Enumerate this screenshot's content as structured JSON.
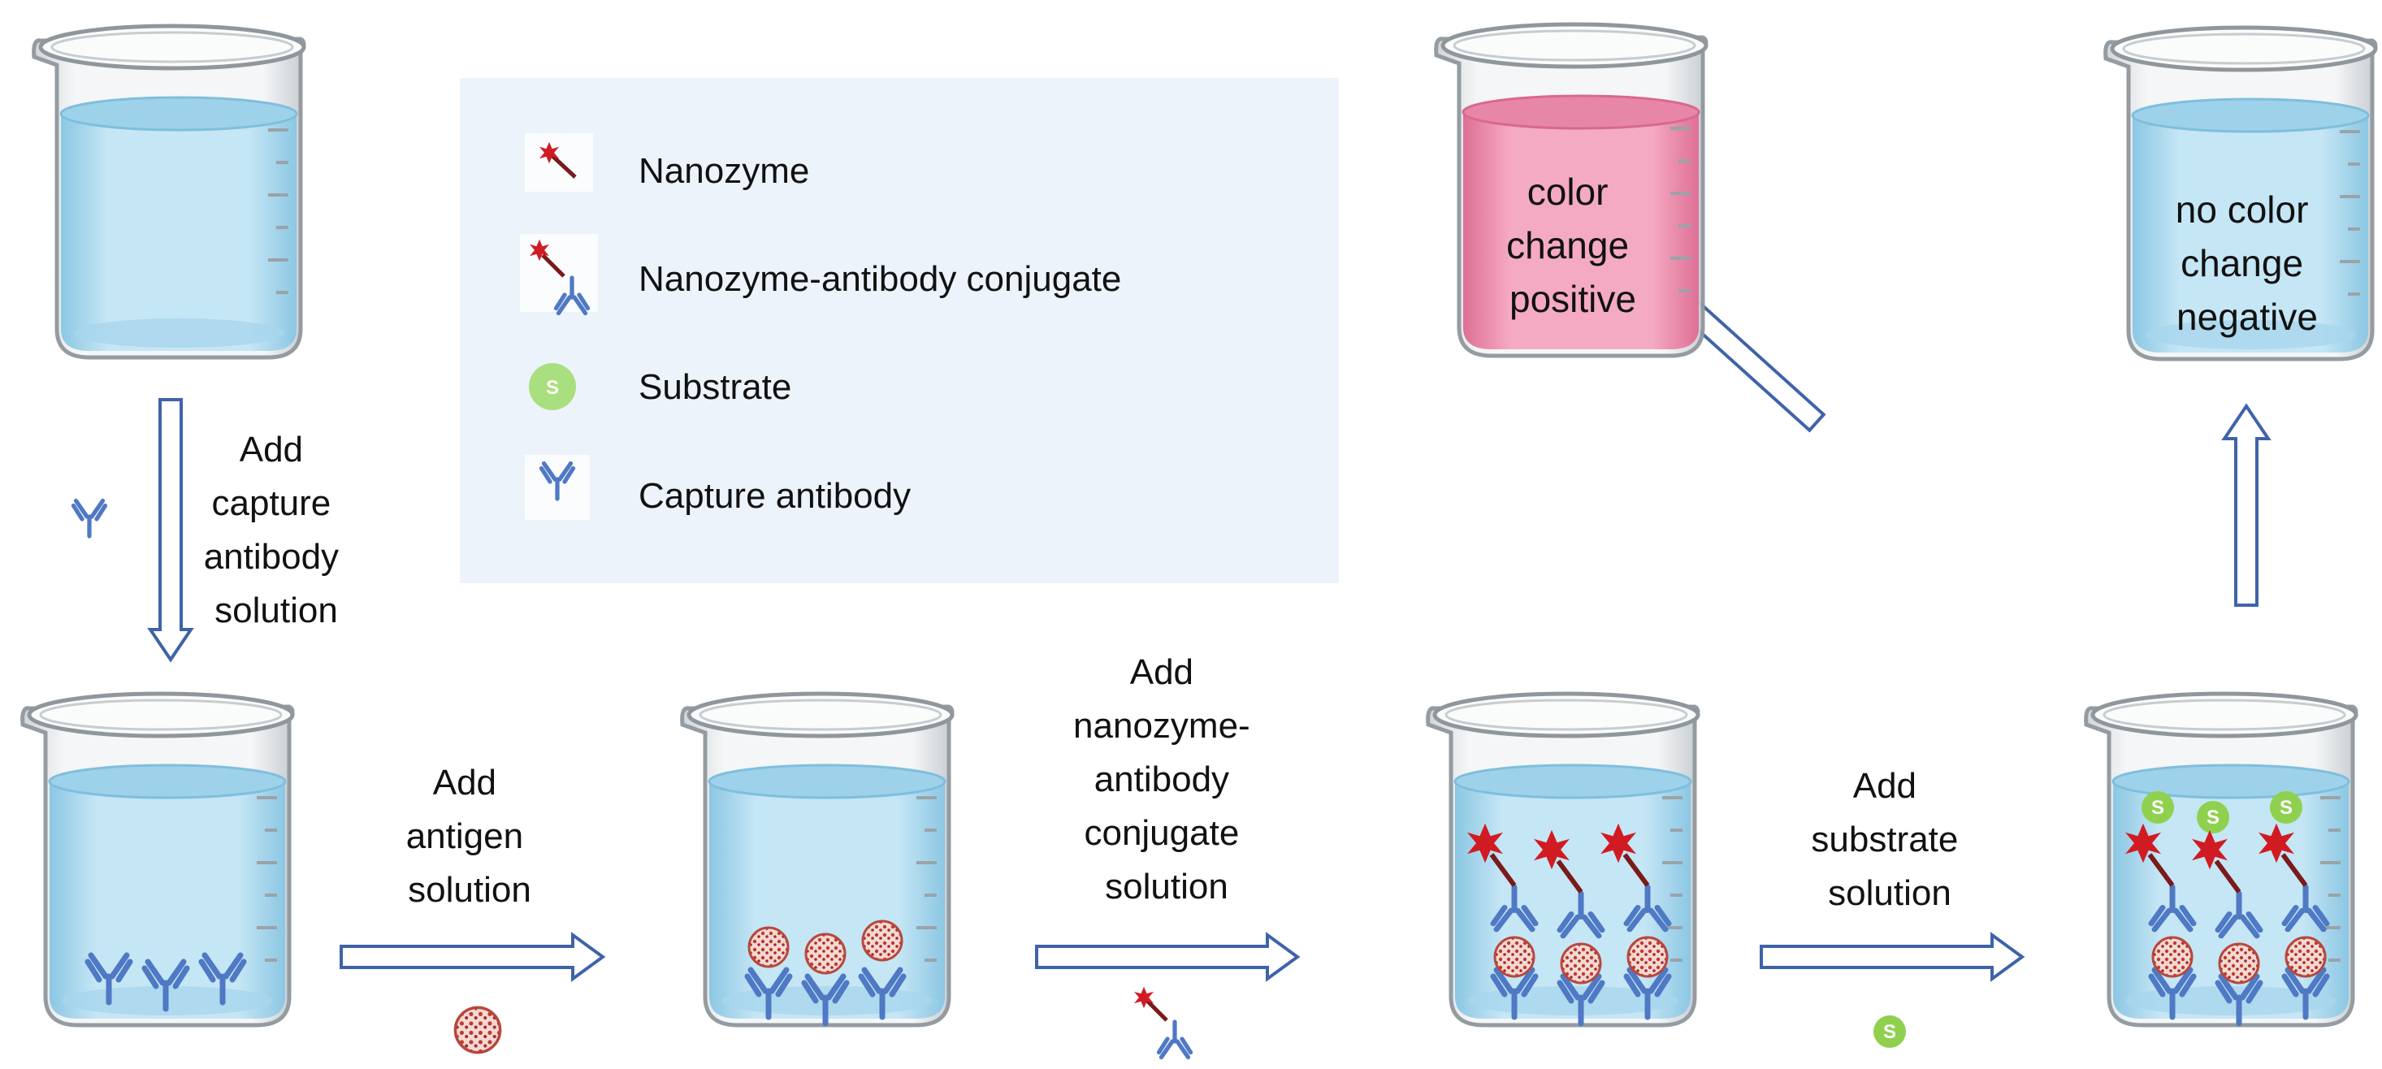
{
  "legend": {
    "items": [
      {
        "icon": "nanozyme-icon",
        "label": "Nanozyme"
      },
      {
        "icon": "nanozyme-antibody-conjugate-icon",
        "label": "Nanozyme-antibody conjugate"
      },
      {
        "icon": "substrate-icon",
        "label": "Substrate"
      },
      {
        "icon": "capture-antibody-icon",
        "label": "Capture antibody"
      }
    ]
  },
  "substrate_symbol": "S",
  "steps": {
    "capture": [
      "Add",
      "capture",
      "antibody",
      "solution"
    ],
    "antigen": [
      "Add",
      "antigen",
      "solution"
    ],
    "conjugate": [
      "Add",
      "nanozyme-",
      "antibody",
      "conjugate",
      "solution"
    ],
    "substrate": [
      "Add",
      "substrate",
      "solution"
    ]
  },
  "results": {
    "positive": [
      "color",
      "change",
      "positive"
    ],
    "negative": [
      "no color",
      "change",
      "negative"
    ]
  },
  "colors": {
    "water": "#b9dff1",
    "water_dark": "#8cc7e3",
    "positive_liquid": "#ef9bb7",
    "arrow_stroke": "#3f63a9",
    "antibody": "#4f79c4",
    "nanozyme": "#d11b22",
    "antigen": "#c96a6a",
    "substrate": "#8fd14f",
    "legend_bg": "#edf3fb"
  }
}
